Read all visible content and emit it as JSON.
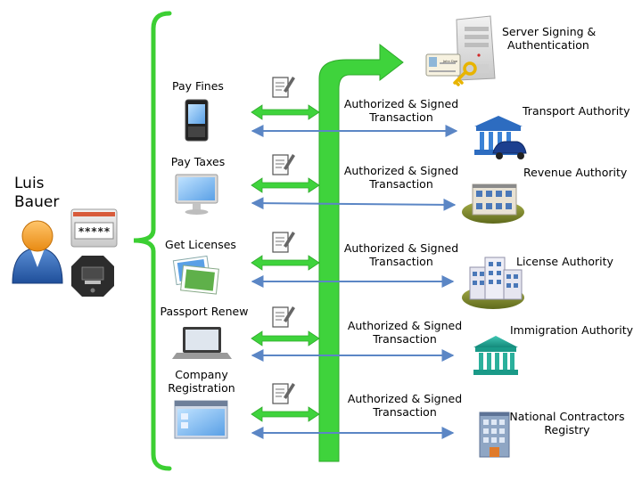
{
  "user": {
    "name_line1": "Luis",
    "name_line2": "Bauer",
    "password_mask": "*****"
  },
  "server": {
    "label_line1": "Server Signing &",
    "label_line2": "Authentication",
    "card_name": "John Doe"
  },
  "services": [
    {
      "line1": "Pay Fines",
      "line2": ""
    },
    {
      "line1": "Pay Taxes",
      "line2": ""
    },
    {
      "line1": "Get Licenses",
      "line2": ""
    },
    {
      "line1": "Passport Renew",
      "line2": ""
    },
    {
      "line1": "Company",
      "line2": "Registration"
    }
  ],
  "transaction": {
    "line1": "Authorized & Signed",
    "line2": "Transaction"
  },
  "authorities": [
    {
      "line1": "Transport Authority",
      "line2": ""
    },
    {
      "line1": "Revenue Authority",
      "line2": ""
    },
    {
      "line1": "License Authority",
      "line2": ""
    },
    {
      "line1": "Immigration Authority",
      "line2": ""
    },
    {
      "line1": "National Contractors",
      "line2": "Registry"
    }
  ],
  "colors": {
    "green": "#3fd33c",
    "blue": "#5b86c5",
    "brace": "#3ccf33"
  }
}
